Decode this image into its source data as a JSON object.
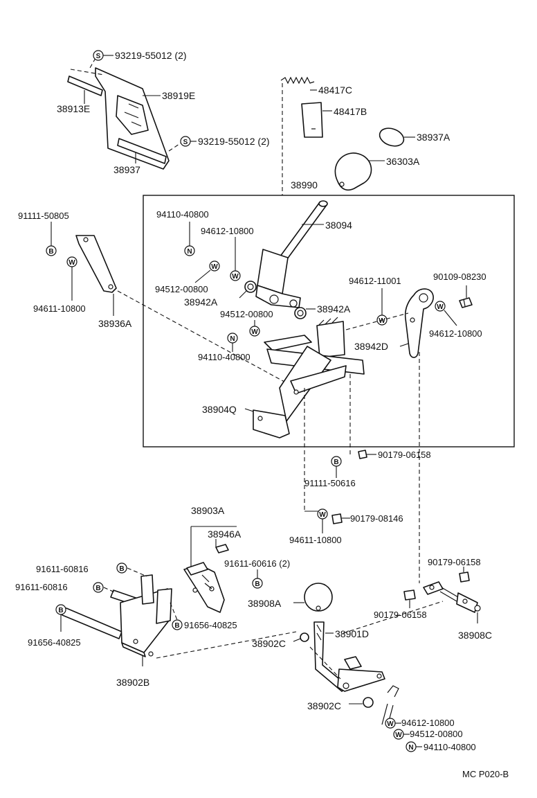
{
  "diagram_code": "MC P020-B",
  "symbols": {
    "screw": "S",
    "nut": "N",
    "washer": "W",
    "bolt": "B"
  },
  "labels": {
    "p93219_top": "93219-55012 (2)",
    "p38919E": "38919E",
    "p38913E": "38913E",
    "p93219_mid": "93219-55012 (2)",
    "p38937": "38937",
    "p48417C": "48417C",
    "p48417B": "48417B",
    "p38937A": "38937A",
    "p36303A": "36303A",
    "p38990": "38990",
    "p91111_50805": "91111-50805",
    "p94110_40800_a": "94110-40800",
    "p94612_10800_a": "94612-10800",
    "p38094": "38094",
    "p94512_00800_a": "94512-00800",
    "p38942A_left": "38942A",
    "p38942A_right": "38942A",
    "p94611_10800_a": "94611-10800",
    "p38936A": "38936A",
    "p94512_00800_b": "94512-00800",
    "p94612_11001": "94612-11001",
    "p90109_08230": "90109-08230",
    "p94612_10800_b": "94612-10800",
    "p38942D": "38942D",
    "p94110_40800_b": "94110-40800",
    "p38904Q": "38904Q",
    "p90179_06158_a": "90179-06158",
    "p91111_50616": "91111-50616",
    "p38903A": "38903A",
    "p38946A": "38946A",
    "p90179_08146": "90179-08146",
    "p94611_10800_b": "94611-10800",
    "p91611_60816_a": "91611-60816",
    "p91611_60616": "91611-60616 (2)",
    "p91611_60816_b": "91611-60816",
    "p90179_06158_b": "90179-06158",
    "p38908A": "38908A",
    "p91656_40825_r": "91656-40825",
    "p90179_06158_c": "90179-06158",
    "p38901D": "38901D",
    "p38908C": "38908C",
    "p91656_40825_l": "91656-40825",
    "p38902C_a": "38902C",
    "p38902B": "38902B",
    "p38902C_b": "38902C",
    "p94612_10800_c": "94612-10800",
    "p94512_00800_c": "94512-00800",
    "p94110_40800_c": "94110-40800"
  }
}
